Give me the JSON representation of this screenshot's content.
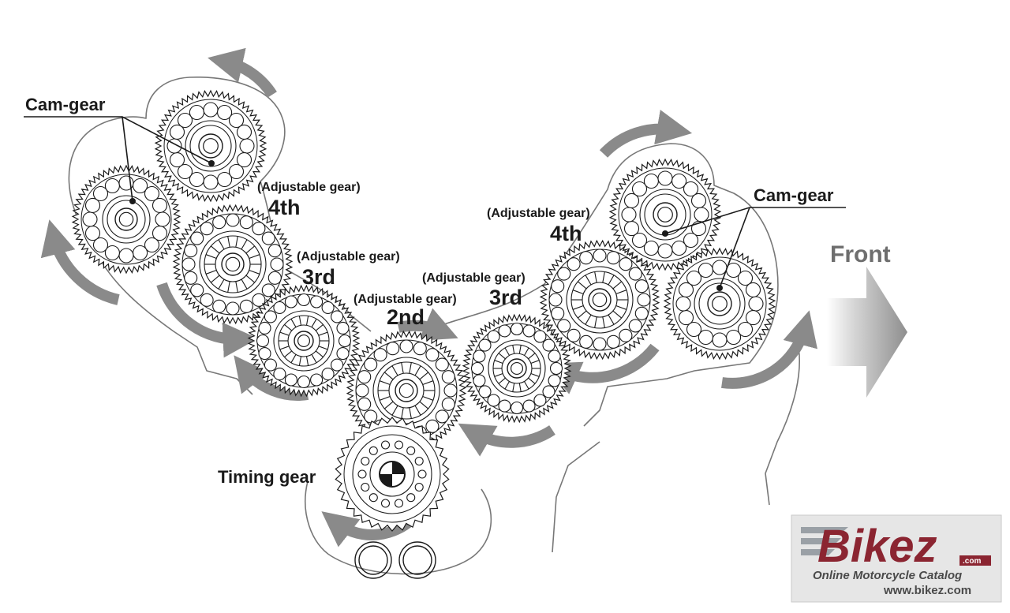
{
  "labels": {
    "cam_gear_left": "Cam-gear",
    "cam_gear_right": "Cam-gear",
    "timing_gear": "Timing gear",
    "front": "Front"
  },
  "gears": [
    {
      "key": "adj-left-4th",
      "caption": "(Adjustable gear)",
      "order": "4th"
    },
    {
      "key": "adj-left-3rd",
      "caption": "(Adjustable gear)",
      "order": "3rd"
    },
    {
      "key": "adj-center-2nd",
      "caption": "(Adjustable gear)",
      "order": "2nd"
    },
    {
      "key": "adj-right-3rd",
      "caption": "(Adjustable gear)",
      "order": "3rd"
    },
    {
      "key": "adj-right-4th",
      "caption": "(Adjustable gear)",
      "order": "4th"
    }
  ],
  "watermark": {
    "brand": "Bikez",
    "tld": ".com",
    "tagline": "Online Motorcycle Catalog",
    "url": "www.bikez.com",
    "colors": {
      "brand": "#8b2531",
      "text": "#4a4a4a",
      "panel": "#e6e6e6"
    }
  },
  "colors": {
    "ink": "#1a1a1a",
    "arrow": "#8a8a8a",
    "front_arrow": "#a9a9a9"
  }
}
